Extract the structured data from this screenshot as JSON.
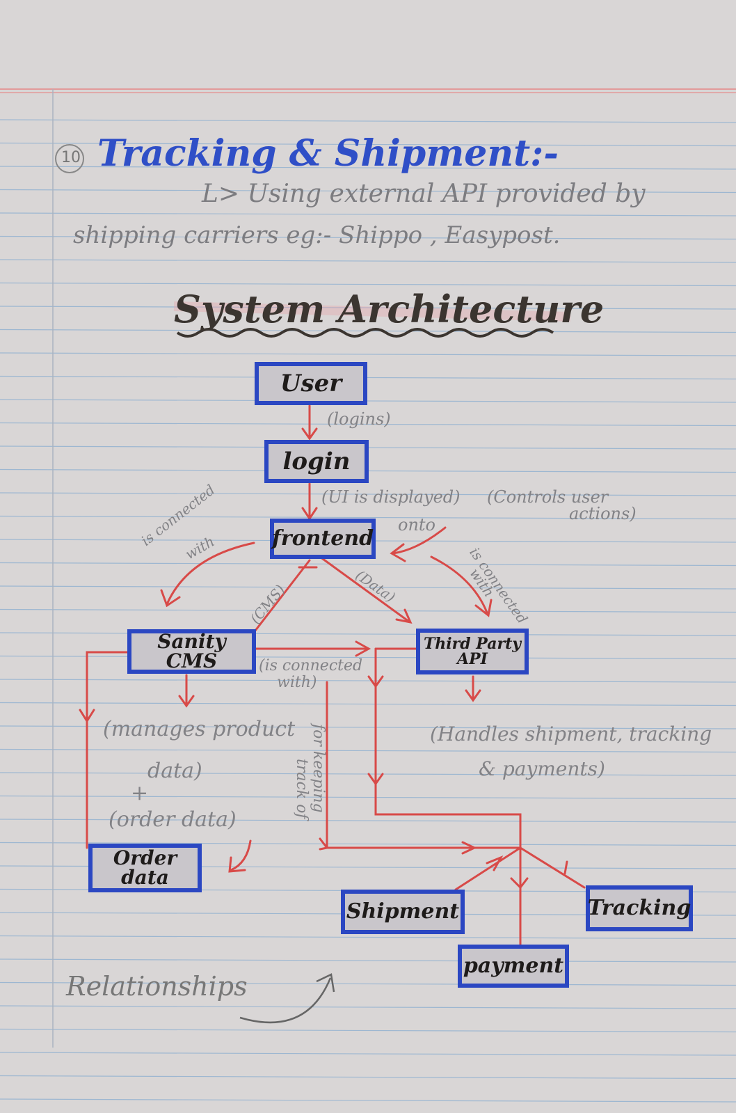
{
  "header": {
    "number": "10",
    "title": "Tracking & Shipment:-",
    "note_line1": "L> Using external API provided by",
    "note_line2": "shipping carriers eg:- Shippo , Easypost."
  },
  "diagram": {
    "title": "System Architecture",
    "nodes": {
      "user": "User",
      "login": "login",
      "frontend": "frontend",
      "sanity": "Sanity CMS",
      "third_party": "Third Party API",
      "order": "Order data",
      "shipment": "Shipment",
      "payment": "payment",
      "tracking": "Tracking"
    },
    "labels": {
      "logins": "(logins)",
      "ui_displayed": "(UI is displayed)",
      "onto": "onto",
      "controls": "(Controls user",
      "controls2": "actions)",
      "connected_left": "is connected",
      "connected_left2": "with",
      "connected_right": "is connected",
      "connected_right2": "with",
      "cms": "(CMS)",
      "data": "(Data)",
      "is_connected_with": "(is connected",
      "is_connected_with2": "with)",
      "keeping_track": "for keeping",
      "keeping_track2": "track of",
      "manages1": "(manages product",
      "manages2": "data)",
      "plus": "+",
      "order_data": "(order data)",
      "handles1": "(Handles shipment, tracking",
      "handles2": "& payments)",
      "relationships": "Relationships"
    }
  },
  "colors": {
    "blue_ink": "#2b47c2",
    "red_ink": "#d84a48",
    "pencil": "#7c7c80",
    "paper": "#d9d6d6"
  }
}
